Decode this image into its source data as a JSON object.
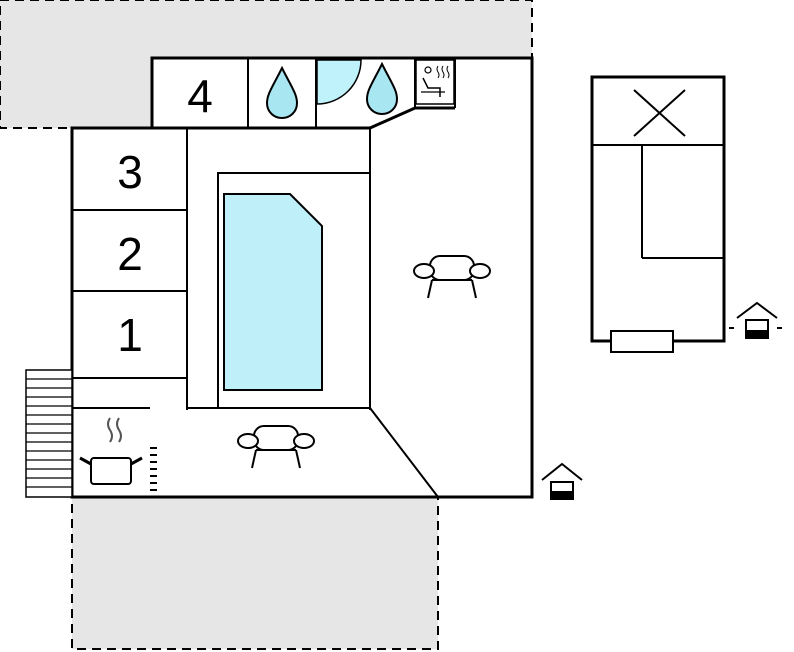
{
  "rooms": [
    {
      "id": "room-4",
      "label": "4"
    },
    {
      "id": "room-3",
      "label": "3"
    },
    {
      "id": "room-2",
      "label": "2"
    },
    {
      "id": "room-1",
      "label": "1"
    }
  ],
  "colors": {
    "wall": "#000000",
    "terrace": "#e6e6e6",
    "pool_water": "#bfeff8",
    "shower_drop": "#a8e6f2",
    "shower_arc": "#bff2fa"
  },
  "icons": [
    "shower-icon",
    "sauna-icon",
    "sofa-icon",
    "kitchen-icon",
    "entrance-icon",
    "bed-icon",
    "stairs-icon"
  ]
}
